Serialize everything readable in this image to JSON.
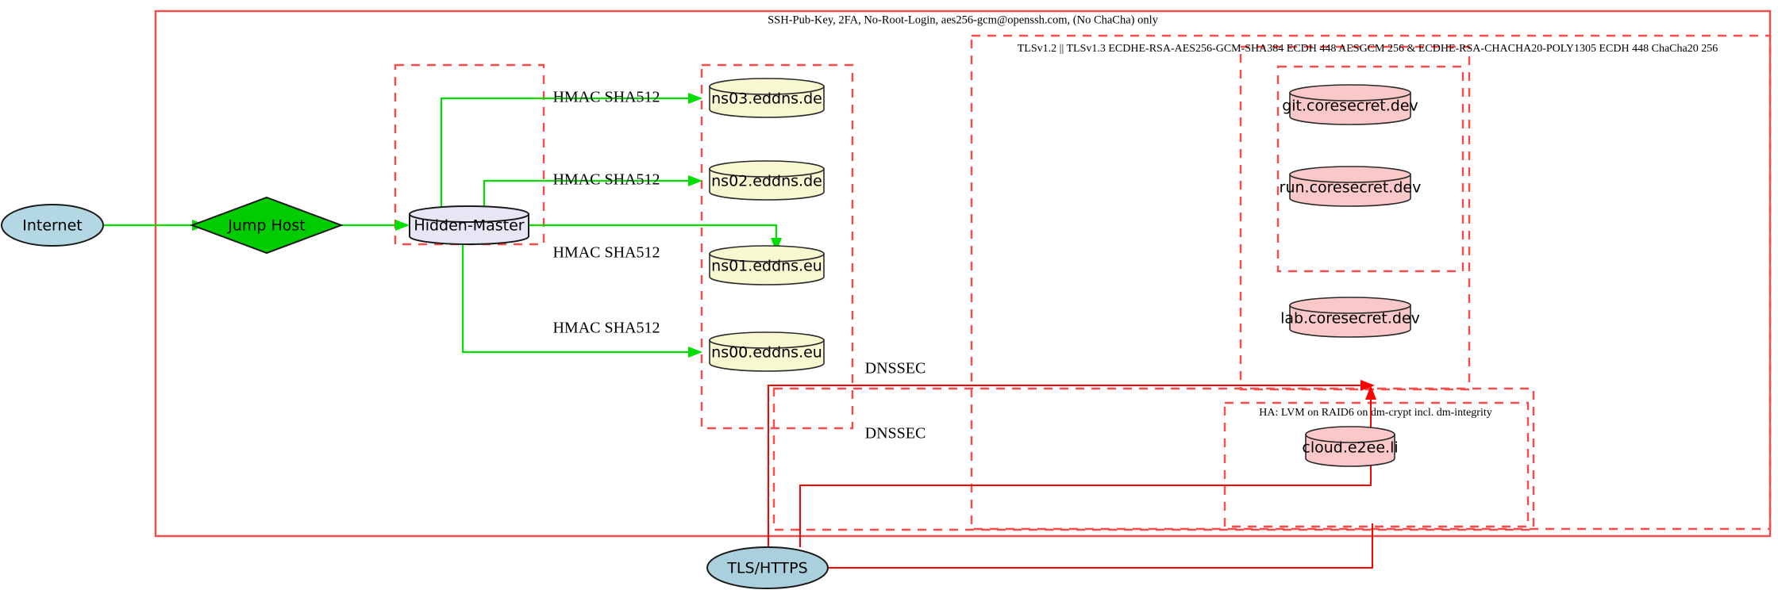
{
  "diagram": {
    "title_label": "SSH-Pub-Key, 2FA, No-Root-Login, aes256-gcm@openssh.com, (No ChaCha) only",
    "clusters": [
      {
        "id": "tls-cluster",
        "label": "TLSv1.2 || TLSv1.3 ECDHE-RSA-AES256-GCM-SHA384 ECDH 448 AESGCM 256 & ECDHE-RSA-CHACHA20-POLY1305 ECDH 448 ChaCha20 256"
      },
      {
        "id": "ha-cluster",
        "label": "HA: LVM on RAID6 on dm-crypt incl. dm-integrity"
      }
    ],
    "nodes": [
      {
        "id": "internet",
        "label": "Internet",
        "shape": "ellipse",
        "color": "#b3d7e3"
      },
      {
        "id": "jump-host",
        "label": "Jump Host",
        "shape": "diamond",
        "color": "#00cc00"
      },
      {
        "id": "hidden-master",
        "label": "Hidden-Master",
        "shape": "cylinder",
        "color": "#e6e6f5"
      },
      {
        "id": "ns03",
        "label": "ns03.eddns.de",
        "shape": "cylinder",
        "color": "#f7f7d0"
      },
      {
        "id": "ns02",
        "label": "ns02.eddns.de",
        "shape": "cylinder",
        "color": "#f7f7d0"
      },
      {
        "id": "ns01",
        "label": "ns01.eddns.eu",
        "shape": "cylinder",
        "color": "#f7f7d0"
      },
      {
        "id": "ns00",
        "label": "ns00.eddns.eu",
        "shape": "cylinder",
        "color": "#f7f7d0"
      },
      {
        "id": "git",
        "label": "git.coresecret.dev",
        "shape": "cylinder",
        "color": "#fac8c8"
      },
      {
        "id": "run",
        "label": "run.coresecret.dev",
        "shape": "cylinder",
        "color": "#fac8c8"
      },
      {
        "id": "lab",
        "label": "lab.coresecret.dev",
        "shape": "cylinder",
        "color": "#fac8c8"
      },
      {
        "id": "cloud",
        "label": "cloud.e2ee.li",
        "shape": "cylinder",
        "color": "#fac8c8"
      },
      {
        "id": "tls-https",
        "label": "TLS/HTTPS",
        "shape": "ellipse",
        "color": "#aacfdd"
      }
    ],
    "edge_labels": {
      "hmac_ns03": "HMAC SHA512",
      "hmac_ns02": "HMAC SHA512",
      "hmac_ns01": "HMAC SHA512",
      "hmac_ns00": "HMAC SHA512",
      "dnssec_upper": "DNSSEC",
      "dnssec_lower": "DNSSEC"
    },
    "colors": {
      "edge_green": "#00e000",
      "edge_red": "#ff0000",
      "cluster_border": "#fa4a4a",
      "node_stroke": "#1a1a1a"
    }
  }
}
